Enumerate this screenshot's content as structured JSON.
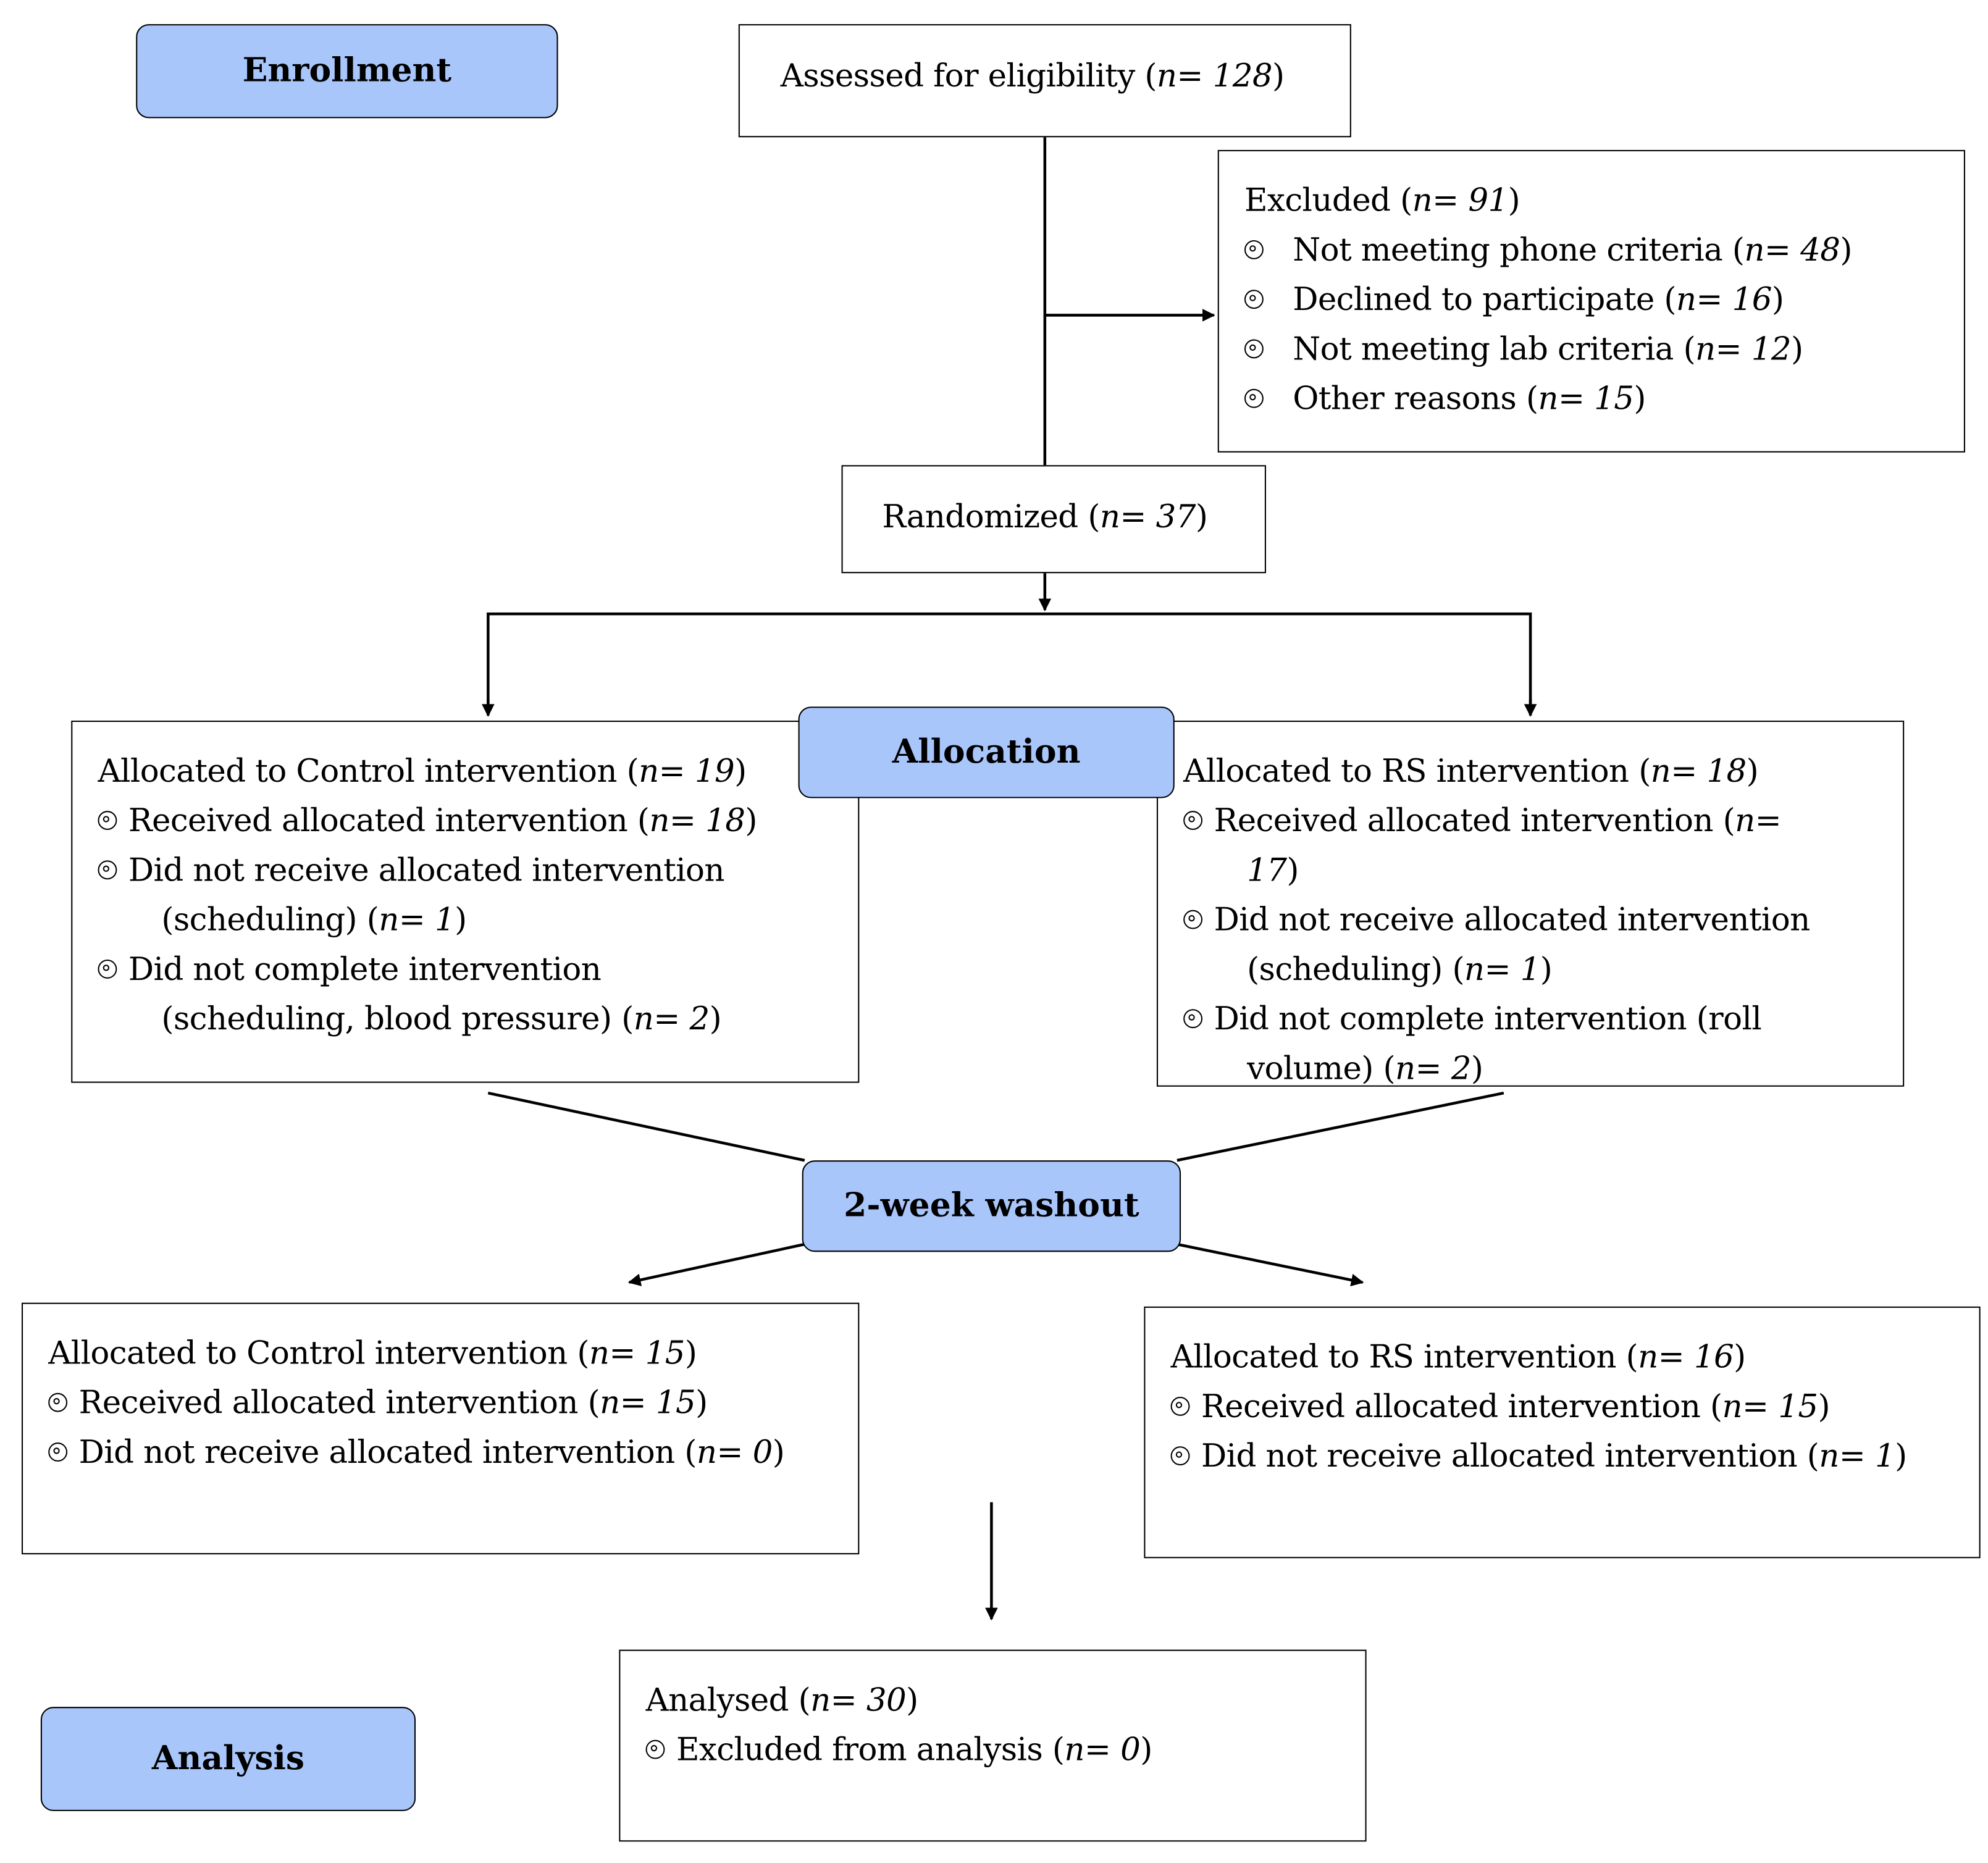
{
  "stages": {
    "enrollment": "Enrollment",
    "allocation": "Allocation",
    "washout": "2-week washout",
    "analysis": "Analysis"
  },
  "assessed": {
    "text": "Assessed for eligibility (",
    "n": "n= 128",
    "close": ")"
  },
  "excluded": {
    "title": "Excluded (",
    "n": "n= 91",
    "close": ")",
    "items": [
      {
        "text": "Not meeting phone criteria (",
        "n": "n= 48",
        "close": ")"
      },
      {
        "text": "Declined to participate (",
        "n": "n= 16",
        "close": ")"
      },
      {
        "text": "Not meeting lab criteria (",
        "n": "n= 12",
        "close": ")"
      },
      {
        "text": "Other reasons (",
        "n": "n= 15",
        "close": ")"
      }
    ]
  },
  "randomized": {
    "text": "Randomized (",
    "n": "n= 37",
    "close": ")"
  },
  "alloc_control": {
    "title": "Allocated to Control intervention (",
    "n": "n= 19",
    "close": ")",
    "item1": {
      "text": "Received allocated intervention (",
      "n": "n= 18",
      "close": ")"
    },
    "item2": {
      "line1": "Did not receive allocated intervention",
      "line2": "(scheduling) (",
      "n": "n= 1",
      "close": ")"
    },
    "item3": {
      "line1": "Did not complete intervention",
      "line2": "(scheduling, blood pressure) (",
      "n": "n= 2",
      "close": ")"
    }
  },
  "alloc_rs": {
    "title": "Allocated to RS intervention (",
    "n": "n= 18",
    "close": ")",
    "item1": {
      "line1": "Received allocated intervention (",
      "n_a": "n=",
      "n_b": "17",
      "close": ")"
    },
    "item2": {
      "line1": "Did not receive allocated intervention",
      "line2": "(scheduling) (",
      "n": "n= 1",
      "close": ")"
    },
    "item3": {
      "line1": "Did not complete intervention (roll",
      "line2": "volume) (",
      "n": "n= 2",
      "close": ")"
    }
  },
  "washout_control": {
    "title": "Allocated to Control intervention (",
    "n": "n= 15",
    "close": ")",
    "items": [
      {
        "text": "Received allocated intervention (",
        "n": "n= 15",
        "close": ")"
      },
      {
        "text": "Did not receive allocated intervention (",
        "n": "n= 0",
        "close": ")"
      }
    ]
  },
  "washout_rs": {
    "title": "Allocated to RS intervention (",
    "n": "n= 16",
    "close": ")",
    "items": [
      {
        "text": "Received allocated intervention (",
        "n": "n= 15",
        "close": ")"
      },
      {
        "text": "Did not receive allocated intervention (",
        "n": "n= 1",
        "close": ")"
      }
    ]
  },
  "analysed": {
    "title": "Analysed (",
    "n": "n= 30",
    "close": ")",
    "items": [
      {
        "text": "Excluded from analysis (",
        "n": "n= 0",
        "close": ")"
      }
    ]
  },
  "colors": {
    "stage_fill": "#a9c6fb",
    "stroke": "#000000"
  }
}
